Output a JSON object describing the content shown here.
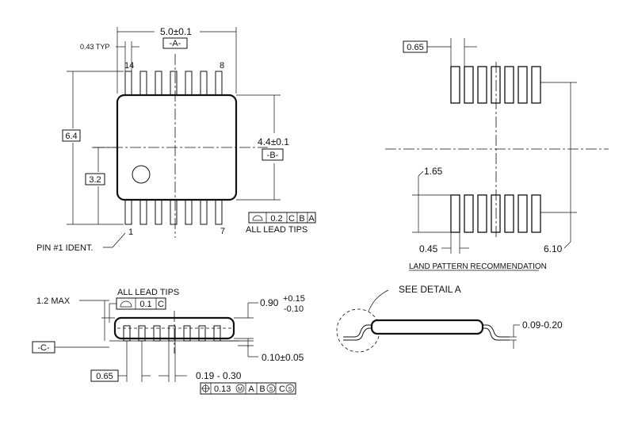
{
  "top_view": {
    "width_dim": "5.0±0.1",
    "datum_a": "-A-",
    "lead_width_typ": "0.43 TYP",
    "pin_14": "14",
    "pin_8": "8",
    "pin_1": "1",
    "pin_7": "7",
    "overall_width": "6.4",
    "half_width": "3.2",
    "body_width": "4.4±0.1",
    "datum_b": "-B-",
    "lead_tol_value": "0.2",
    "lead_tol_ref_1": "C",
    "lead_tol_ref_2": "B",
    "lead_tol_ref_3": "A",
    "all_lead_tips": "ALL LEAD TIPS",
    "pin1_ident": "PIN #1 IDENT."
  },
  "land_pattern": {
    "pitch": "0.65",
    "pad_length": "1.65",
    "pad_width": "0.45",
    "span": "6.10",
    "caption": "LAND PATTERN RECOMMENDATION"
  },
  "side_view": {
    "max_height": "1.2 MAX",
    "all_lead_tips": "ALL LEAD TIPS",
    "coplanarity_value": "0.1",
    "coplanarity_ref": "C",
    "body_height": "0.90",
    "body_height_tol_plus": "+0.15",
    "body_height_tol_minus": "-0.10",
    "datum_c": "-C-",
    "standoff": "0.10±0.05",
    "pitch": "0.65",
    "lead_width": "0.19 - 0.30",
    "pos_tol_value": "0.13",
    "pos_tol_mod": "M",
    "pos_ref_1": "A",
    "pos_ref_2": "B",
    "pos_ref_2_mod": "S",
    "pos_ref_3": "C",
    "pos_ref_3_mod": "S"
  },
  "detail": {
    "see_detail": "SEE DETAIL A",
    "lead_thickness": "0.09-0.20"
  }
}
